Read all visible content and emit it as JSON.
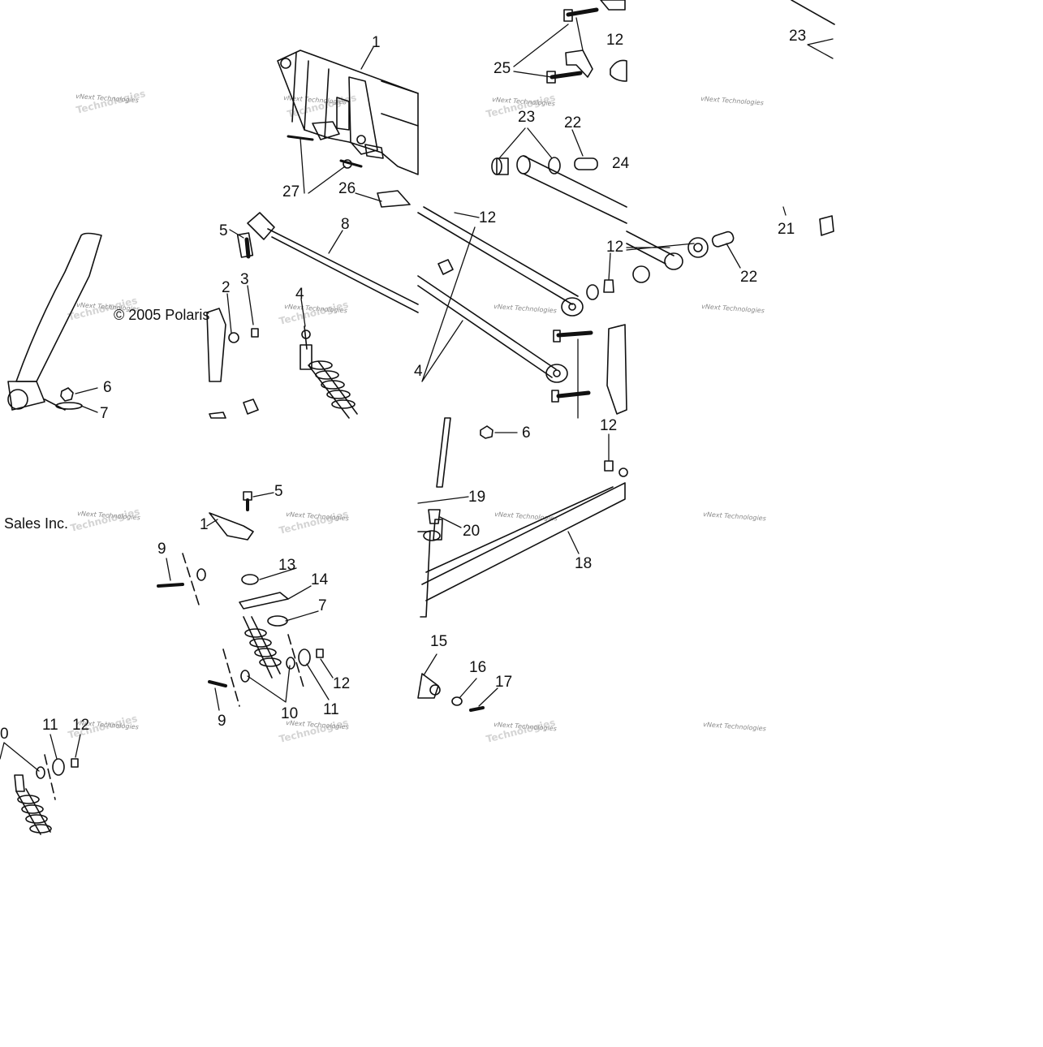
{
  "copyright": {
    "line1": "© 2005 Polaris",
    "line2": "Sales Inc."
  },
  "watermark": {
    "small": "vNext Technologies",
    "large": "Technologies"
  },
  "callouts": {
    "t1": [
      "1",
      "25",
      "12",
      "23",
      "22",
      "24",
      "23",
      "27",
      "26"
    ],
    "t2": [
      "5",
      "8",
      "12",
      "12",
      "22",
      "21",
      "2",
      "3",
      "4",
      "6",
      "7",
      "4"
    ],
    "t3": [
      "5",
      "1",
      "6",
      "12",
      "19",
      "20",
      "18",
      "9",
      "13",
      "14",
      "7",
      "12",
      "9",
      "10",
      "11",
      "15",
      "16",
      "17"
    ],
    "t4": [
      "0",
      "11",
      "12"
    ]
  }
}
